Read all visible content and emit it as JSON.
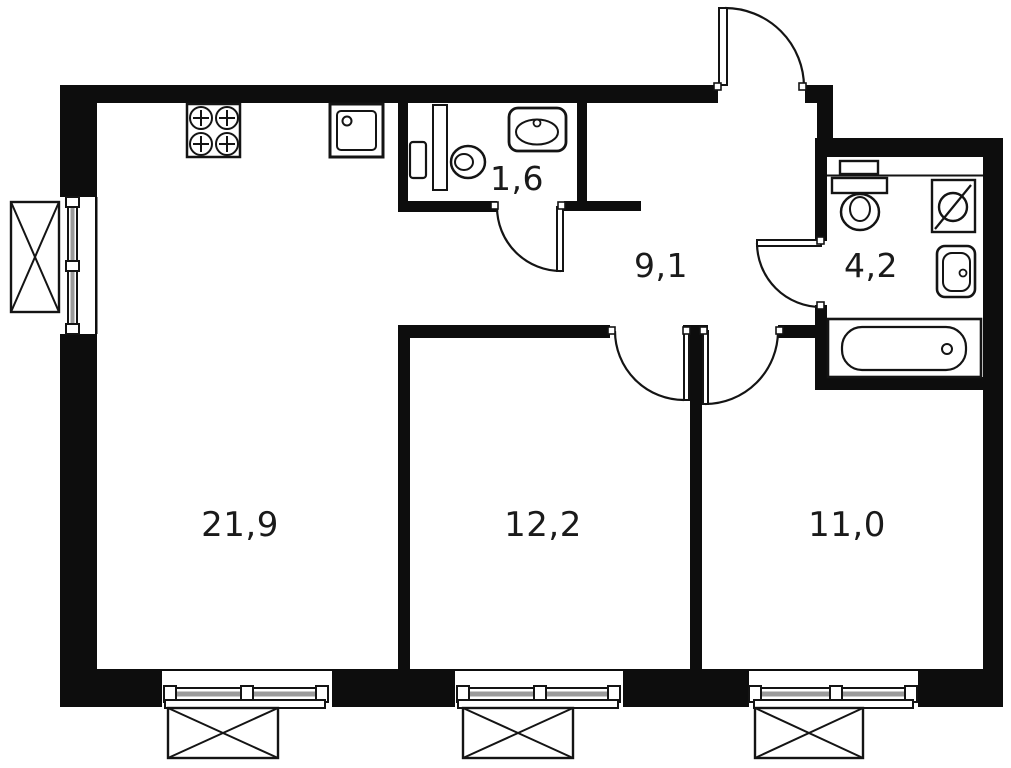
{
  "plan": {
    "type": "apartment-floor-plan",
    "background": "#ffffff",
    "wall_color": "#0d0d0d",
    "line_color": "#141414",
    "label_color": "#1a1a1a",
    "rooms": [
      {
        "name": "living-room-kitchen",
        "area": "21,9"
      },
      {
        "name": "bedroom-middle",
        "area": "12,2"
      },
      {
        "name": "bedroom-right",
        "area": "11,0"
      },
      {
        "name": "hallway",
        "area": "9,1"
      },
      {
        "name": "wc",
        "area": "1,6"
      },
      {
        "name": "bathroom",
        "area": "4,2"
      }
    ],
    "fixtures": [
      "stove-4-burners",
      "kitchen-sink",
      "wc-flush-panel",
      "wc-toilet",
      "wc-washbasin",
      "bathroom-shelf",
      "bathroom-toilet",
      "washing-machine",
      "bathroom-washbasin",
      "bathtub"
    ],
    "openings": {
      "doors": 5,
      "windows": 4,
      "exterior_unit_boxes": 4
    }
  }
}
